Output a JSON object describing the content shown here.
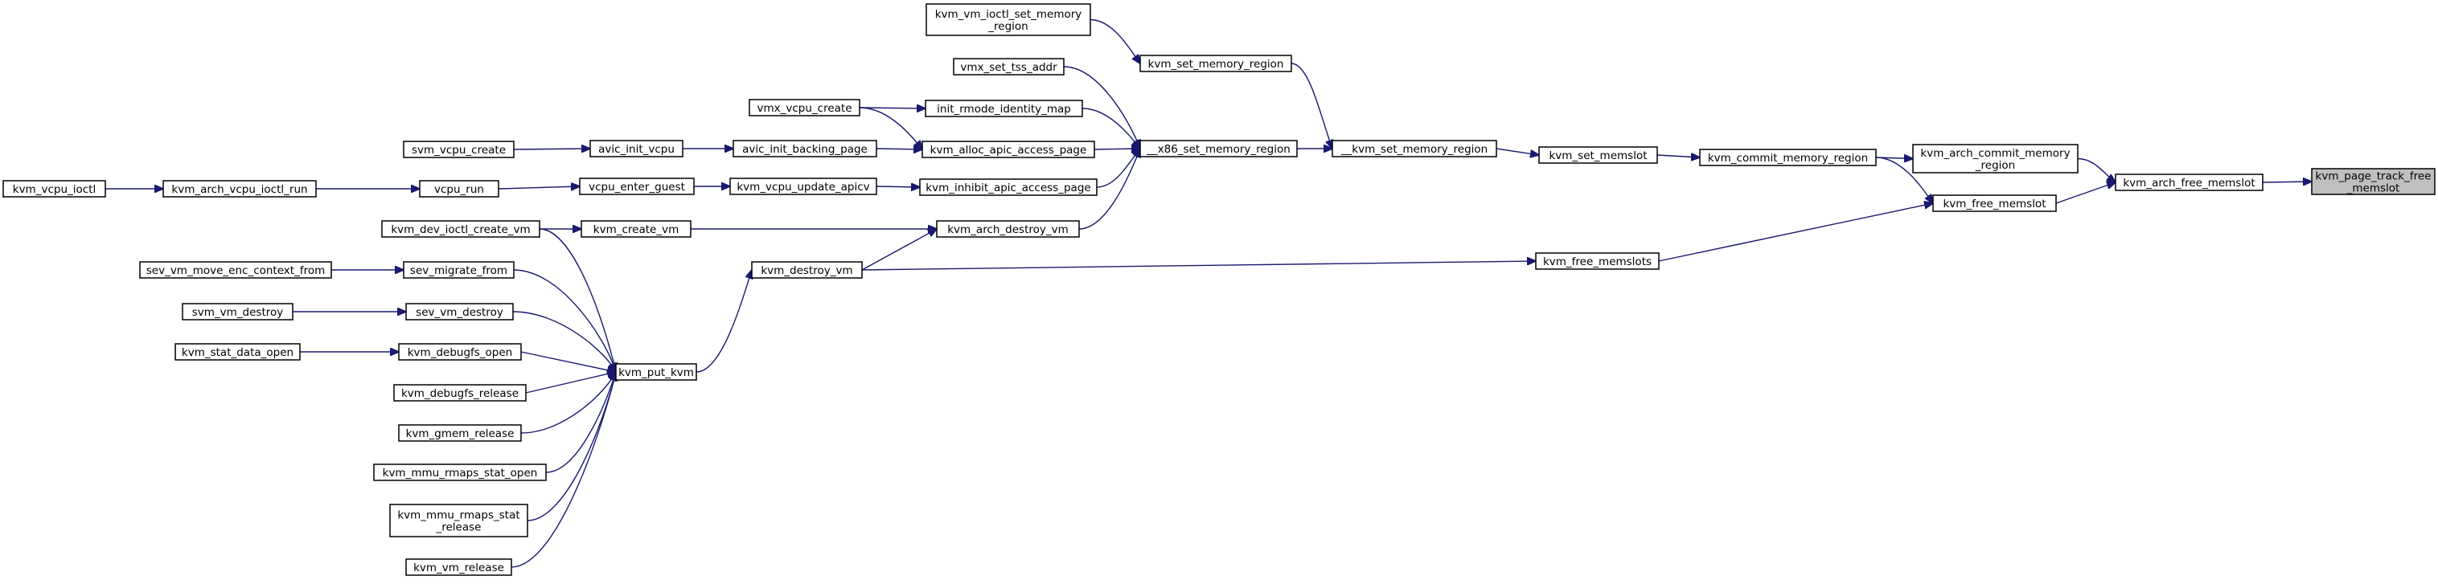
{
  "diagram": {
    "type": "call-graph",
    "colors": {
      "edge": "#191970",
      "node_border": "#000000",
      "focus_fill": "#bfbfbf",
      "background": "#ffffff"
    },
    "nodes": [
      {
        "id": "kvm_page_track_free_memslot",
        "lines": [
          "kvm_page_track_free",
          "_memslot"
        ],
        "focus": true
      },
      {
        "id": "kvm_arch_free_memslot",
        "lines": [
          "kvm_arch_free_memslot"
        ]
      },
      {
        "id": "kvm_arch_commit_memory_region",
        "lines": [
          "kvm_arch_commit_memory",
          "_region"
        ]
      },
      {
        "id": "kvm_free_memslot",
        "lines": [
          "kvm_free_memslot"
        ]
      },
      {
        "id": "kvm_commit_memory_region",
        "lines": [
          "kvm_commit_memory_region"
        ]
      },
      {
        "id": "kvm_free_memslots",
        "lines": [
          "kvm_free_memslots"
        ]
      },
      {
        "id": "kvm_set_memslot",
        "lines": [
          "kvm_set_memslot"
        ]
      },
      {
        "id": "__kvm_set_memory_region",
        "lines": [
          "__kvm_set_memory_region"
        ]
      },
      {
        "id": "__x86_set_memory_region",
        "lines": [
          "__x86_set_memory_region"
        ]
      },
      {
        "id": "kvm_set_memory_region",
        "lines": [
          "kvm_set_memory_region"
        ]
      },
      {
        "id": "kvm_vm_ioctl_set_memory_region",
        "lines": [
          "kvm_vm_ioctl_set_memory",
          "_region"
        ]
      },
      {
        "id": "vmx_set_tss_addr",
        "lines": [
          "vmx_set_tss_addr"
        ]
      },
      {
        "id": "init_rmode_identity_map",
        "lines": [
          "init_rmode_identity_map"
        ]
      },
      {
        "id": "vmx_vcpu_create",
        "lines": [
          "vmx_vcpu_create"
        ]
      },
      {
        "id": "kvm_alloc_apic_access_page",
        "lines": [
          "kvm_alloc_apic_access_page"
        ]
      },
      {
        "id": "avic_init_backing_page",
        "lines": [
          "avic_init_backing_page"
        ]
      },
      {
        "id": "avic_init_vcpu",
        "lines": [
          "avic_init_vcpu"
        ]
      },
      {
        "id": "svm_vcpu_create",
        "lines": [
          "svm_vcpu_create"
        ]
      },
      {
        "id": "kvm_inhibit_apic_access_page",
        "lines": [
          "kvm_inhibit_apic_access_page"
        ]
      },
      {
        "id": "kvm_vcpu_update_apicv",
        "lines": [
          "kvm_vcpu_update_apicv"
        ]
      },
      {
        "id": "vcpu_enter_guest",
        "lines": [
          "vcpu_enter_guest"
        ]
      },
      {
        "id": "vcpu_run",
        "lines": [
          "vcpu_run"
        ]
      },
      {
        "id": "kvm_arch_vcpu_ioctl_run",
        "lines": [
          "kvm_arch_vcpu_ioctl_run"
        ]
      },
      {
        "id": "kvm_vcpu_ioctl",
        "lines": [
          "kvm_vcpu_ioctl"
        ]
      },
      {
        "id": "kvm_arch_destroy_vm",
        "lines": [
          "kvm_arch_destroy_vm"
        ]
      },
      {
        "id": "kvm_create_vm",
        "lines": [
          "kvm_create_vm"
        ]
      },
      {
        "id": "kvm_dev_ioctl_create_vm",
        "lines": [
          "kvm_dev_ioctl_create_vm"
        ]
      },
      {
        "id": "kvm_destroy_vm",
        "lines": [
          "kvm_destroy_vm"
        ]
      },
      {
        "id": "kvm_put_kvm",
        "lines": [
          "kvm_put_kvm"
        ]
      },
      {
        "id": "sev_migrate_from",
        "lines": [
          "sev_migrate_from"
        ]
      },
      {
        "id": "sev_vm_move_enc_context_from",
        "lines": [
          "sev_vm_move_enc_context_from"
        ]
      },
      {
        "id": "sev_vm_destroy",
        "lines": [
          "sev_vm_destroy"
        ]
      },
      {
        "id": "svm_vm_destroy",
        "lines": [
          "svm_vm_destroy"
        ]
      },
      {
        "id": "kvm_debugfs_open",
        "lines": [
          "kvm_debugfs_open"
        ]
      },
      {
        "id": "kvm_stat_data_open",
        "lines": [
          "kvm_stat_data_open"
        ]
      },
      {
        "id": "kvm_debugfs_release",
        "lines": [
          "kvm_debugfs_release"
        ]
      },
      {
        "id": "kvm_gmem_release",
        "lines": [
          "kvm_gmem_release"
        ]
      },
      {
        "id": "kvm_mmu_rmaps_stat_open",
        "lines": [
          "kvm_mmu_rmaps_stat_open"
        ]
      },
      {
        "id": "kvm_mmu_rmaps_stat_release",
        "lines": [
          "kvm_mmu_rmaps_stat",
          "_release"
        ]
      },
      {
        "id": "kvm_vm_release",
        "lines": [
          "kvm_vm_release"
        ]
      }
    ],
    "edges": [
      [
        "kvm_arch_free_memslot",
        "kvm_page_track_free_memslot"
      ],
      [
        "kvm_arch_commit_memory_region",
        "kvm_arch_free_memslot"
      ],
      [
        "kvm_free_memslot",
        "kvm_arch_free_memslot"
      ],
      [
        "kvm_commit_memory_region",
        "kvm_arch_commit_memory_region"
      ],
      [
        "kvm_commit_memory_region",
        "kvm_free_memslot"
      ],
      [
        "kvm_free_memslots",
        "kvm_free_memslot"
      ],
      [
        "kvm_set_memslot",
        "kvm_commit_memory_region"
      ],
      [
        "__kvm_set_memory_region",
        "kvm_set_memslot"
      ],
      [
        "__x86_set_memory_region",
        "__kvm_set_memory_region"
      ],
      [
        "kvm_set_memory_region",
        "__kvm_set_memory_region"
      ],
      [
        "kvm_vm_ioctl_set_memory_region",
        "kvm_set_memory_region"
      ],
      [
        "vmx_set_tss_addr",
        "__x86_set_memory_region"
      ],
      [
        "init_rmode_identity_map",
        "__x86_set_memory_region"
      ],
      [
        "vmx_vcpu_create",
        "init_rmode_identity_map"
      ],
      [
        "vmx_vcpu_create",
        "kvm_alloc_apic_access_page"
      ],
      [
        "kvm_alloc_apic_access_page",
        "__x86_set_memory_region"
      ],
      [
        "avic_init_backing_page",
        "kvm_alloc_apic_access_page"
      ],
      [
        "avic_init_vcpu",
        "avic_init_backing_page"
      ],
      [
        "svm_vcpu_create",
        "avic_init_vcpu"
      ],
      [
        "kvm_inhibit_apic_access_page",
        "__x86_set_memory_region"
      ],
      [
        "kvm_vcpu_update_apicv",
        "kvm_inhibit_apic_access_page"
      ],
      [
        "vcpu_enter_guest",
        "kvm_vcpu_update_apicv"
      ],
      [
        "vcpu_run",
        "vcpu_enter_guest"
      ],
      [
        "kvm_arch_vcpu_ioctl_run",
        "vcpu_run"
      ],
      [
        "kvm_vcpu_ioctl",
        "kvm_arch_vcpu_ioctl_run"
      ],
      [
        "kvm_arch_destroy_vm",
        "__x86_set_memory_region"
      ],
      [
        "kvm_create_vm",
        "kvm_arch_destroy_vm"
      ],
      [
        "kvm_dev_ioctl_create_vm",
        "kvm_create_vm"
      ],
      [
        "kvm_destroy_vm",
        "kvm_arch_destroy_vm"
      ],
      [
        "kvm_destroy_vm",
        "kvm_free_memslots"
      ],
      [
        "kvm_put_kvm",
        "kvm_destroy_vm"
      ],
      [
        "kvm_dev_ioctl_create_vm",
        "kvm_put_kvm"
      ],
      [
        "sev_migrate_from",
        "kvm_put_kvm"
      ],
      [
        "sev_vm_move_enc_context_from",
        "sev_migrate_from"
      ],
      [
        "sev_vm_destroy",
        "kvm_put_kvm"
      ],
      [
        "svm_vm_destroy",
        "sev_vm_destroy"
      ],
      [
        "kvm_debugfs_open",
        "kvm_put_kvm"
      ],
      [
        "kvm_stat_data_open",
        "kvm_debugfs_open"
      ],
      [
        "kvm_debugfs_release",
        "kvm_put_kvm"
      ],
      [
        "kvm_gmem_release",
        "kvm_put_kvm"
      ],
      [
        "kvm_mmu_rmaps_stat_open",
        "kvm_put_kvm"
      ],
      [
        "kvm_mmu_rmaps_stat_release",
        "kvm_put_kvm"
      ],
      [
        "kvm_vm_release",
        "kvm_put_kvm"
      ]
    ]
  }
}
